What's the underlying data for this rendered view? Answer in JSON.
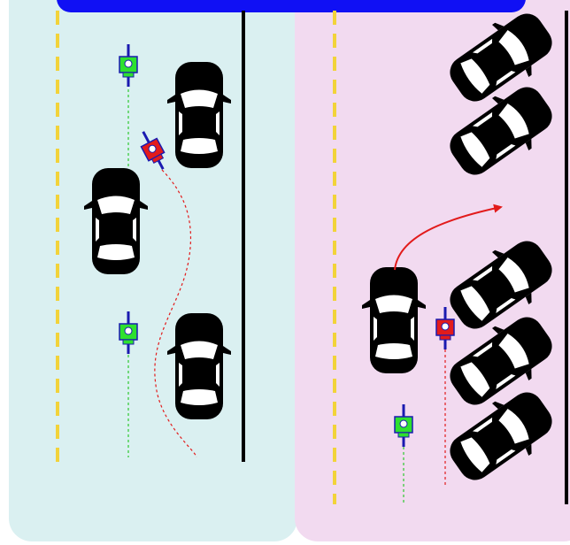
{
  "panels": [
    {
      "id": "left",
      "fill": "#daf0f1"
    },
    {
      "id": "right",
      "fill": "#f2daf0"
    }
  ],
  "banner": {
    "fill": "#1010f4",
    "text": ""
  },
  "colors": {
    "lane_dashed": "#f2d33a",
    "curb": "#000000",
    "car_body": "#000000",
    "car_glass": "#ffffff",
    "cyclist_safe": "#2ee12e",
    "cyclist_conflict": "#e21b1b",
    "cyclist_frame": "#1a1ab0",
    "path_green": "#2ec82e",
    "path_red": "#e21b1b"
  },
  "left_scene": {
    "parked_cars": 2,
    "moving_cars": 1,
    "cyclists": [
      {
        "state": "safe",
        "icon": "green-cyclist-icon"
      },
      {
        "state": "conflict",
        "icon": "red-cyclist-icon"
      },
      {
        "state": "safe",
        "icon": "green-cyclist-icon"
      }
    ]
  },
  "right_scene": {
    "angled_parked_cars": 5,
    "moving_cars": 1,
    "cyclists": [
      {
        "state": "conflict",
        "icon": "red-cyclist-icon"
      },
      {
        "state": "safe",
        "icon": "green-cyclist-icon"
      }
    ]
  }
}
